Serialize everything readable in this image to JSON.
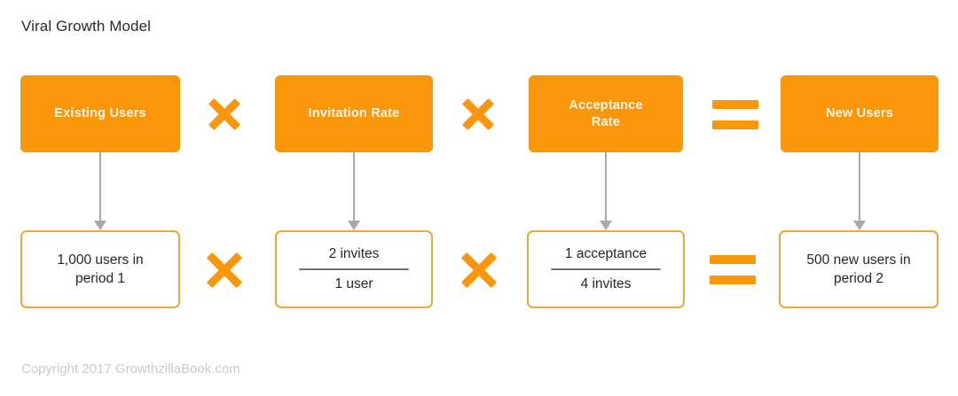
{
  "title": "Viral Growth Model",
  "footer": "Copyright 2017 GrowthzillaBook.com",
  "colors": {
    "accent_orange": "#f9960a",
    "box_border_orange": "#e9a83a",
    "arrow_gray": "#a9a9a9",
    "fraction_bar_gray": "#737373",
    "title_text": "#2b2b2b",
    "footer_text": "#c9cacb",
    "filled_box_text": "#fdf6ec",
    "background": "#ffffff"
  },
  "top_row": {
    "nodes": [
      {
        "id": "existing-users",
        "label": "Existing Users"
      },
      {
        "id": "invitation-rate",
        "label": "Invitation Rate"
      },
      {
        "id": "acceptance-rate",
        "label": "Acceptance\nRate"
      },
      {
        "id": "new-users",
        "label": "New Users"
      }
    ],
    "operators": [
      {
        "id": "times-1",
        "symbol": "×",
        "name": "multiply"
      },
      {
        "id": "times-2",
        "symbol": "×",
        "name": "multiply"
      },
      {
        "id": "equals-1",
        "symbol": "=",
        "name": "equals"
      }
    ]
  },
  "bottom_row": {
    "nodes": [
      {
        "id": "existing-users-value",
        "kind": "text",
        "line1": "1,000 users in",
        "line2": "period 1"
      },
      {
        "id": "invitation-rate-value",
        "kind": "fraction",
        "numerator": "2 invites",
        "denominator": "1 user"
      },
      {
        "id": "acceptance-rate-value",
        "kind": "fraction",
        "numerator": "1 acceptance",
        "denominator": "4 invites"
      },
      {
        "id": "new-users-value",
        "kind": "text",
        "line1": "500 new users in",
        "line2": "period 2"
      }
    ],
    "operators": [
      {
        "id": "times-3",
        "symbol": "×",
        "name": "multiply"
      },
      {
        "id": "times-4",
        "symbol": "×",
        "name": "multiply"
      },
      {
        "id": "equals-2",
        "symbol": "=",
        "name": "equals"
      }
    ]
  },
  "connectors": [
    {
      "id": "connector-existing-users",
      "from": "existing-users",
      "to": "existing-users-value"
    },
    {
      "id": "connector-invitation-rate",
      "from": "invitation-rate",
      "to": "invitation-rate-value"
    },
    {
      "id": "connector-acceptance-rate",
      "from": "acceptance-rate",
      "to": "acceptance-rate-value"
    },
    {
      "id": "connector-new-users",
      "from": "new-users",
      "to": "new-users-value"
    }
  ]
}
